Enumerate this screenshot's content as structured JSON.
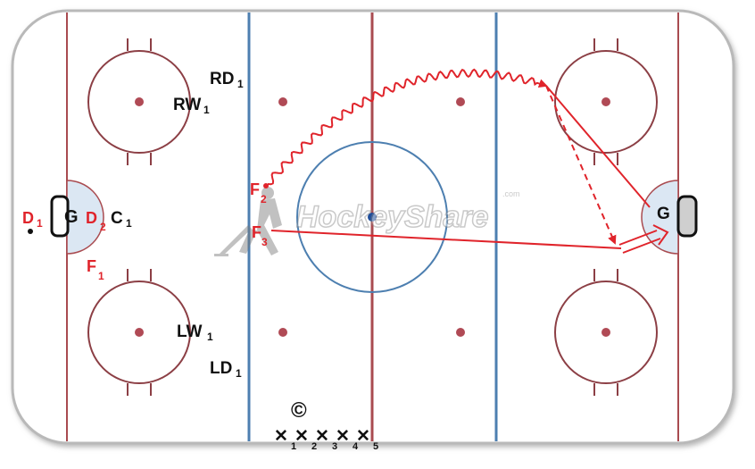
{
  "watermark": {
    "brand": "HockeyShare",
    "suffix": ".com"
  },
  "goalies": {
    "left": "G",
    "right": "G"
  },
  "players": [
    {
      "name": "RD",
      "sub": "1",
      "color": "black"
    },
    {
      "name": "RW",
      "sub": "1",
      "color": "black"
    },
    {
      "name": "C",
      "sub": "1",
      "color": "black"
    },
    {
      "name": "LW",
      "sub": "1",
      "color": "black"
    },
    {
      "name": "LD",
      "sub": "1",
      "color": "black"
    },
    {
      "name": "D",
      "sub": "1",
      "color": "red"
    },
    {
      "name": "D",
      "sub": "2",
      "color": "red"
    },
    {
      "name": "F",
      "sub": "1",
      "color": "red"
    },
    {
      "name": "F",
      "sub": "2",
      "color": "red"
    },
    {
      "name": "F",
      "sub": "3",
      "color": "red"
    }
  ],
  "coach_symbol": "©",
  "waiting_line": {
    "marker": "✕",
    "numbers": [
      "1",
      "2",
      "3",
      "4",
      "5"
    ]
  },
  "colors": {
    "boards": "#b9b9b9",
    "red_line": "#a94b50",
    "blue_line": "#4d7fb0",
    "center_circle": "#4d7fb0",
    "circles": "#8c3f45",
    "crease": "#dbe7f3",
    "path": "#e0242b"
  }
}
